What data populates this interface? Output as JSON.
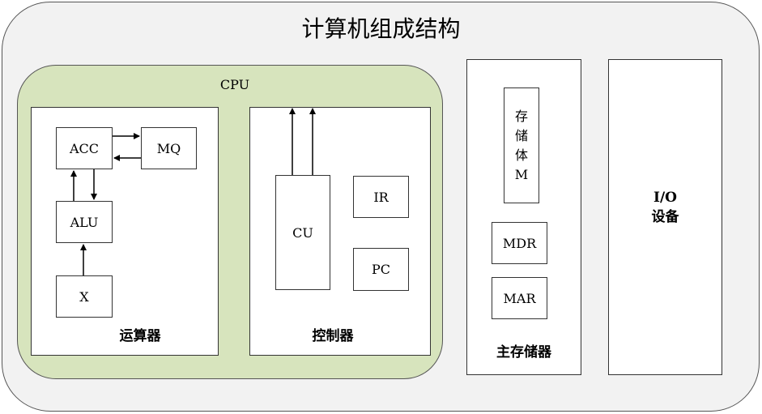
{
  "diagram": {
    "title": "计算机组成结构",
    "cpu": {
      "label": "CPU",
      "alu_panel": {
        "caption": "运算器",
        "acc": "ACC",
        "mq": "MQ",
        "alu": "ALU",
        "x": "X"
      },
      "control_panel": {
        "caption": "控制器",
        "cu": "CU",
        "ir": "IR",
        "pc": "PC"
      }
    },
    "memory": {
      "caption": "主存储器",
      "storage_lines": [
        "存",
        "储",
        "体",
        "M"
      ],
      "mdr": "MDR",
      "mar": "MAR"
    },
    "io": {
      "line1": "I/O",
      "line2": "设备"
    }
  }
}
